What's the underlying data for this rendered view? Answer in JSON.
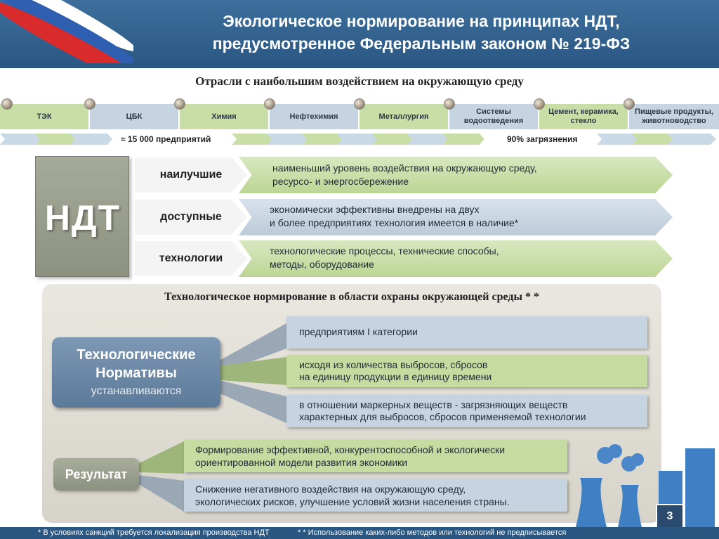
{
  "header": {
    "title_line1": "Экологическое нормирование на принципах НДТ,",
    "title_line2": "предусмотренное Федеральным законом № 219-ФЗ"
  },
  "subtitle": "Отрасли с наибольшим воздействием на окружающую среду",
  "industries": [
    {
      "label": "ТЭК",
      "icon": "coal-icon"
    },
    {
      "label": "ЦБК",
      "icon": "paper-icon"
    },
    {
      "label": "Химия",
      "icon": "chemistry-icon"
    },
    {
      "label": "Нефтехимия",
      "icon": "oil-icon"
    },
    {
      "label": "Металлургия",
      "icon": "metal-icon"
    },
    {
      "label": "Системы водоотведения",
      "icon": "water-icon"
    },
    {
      "label": "Цемент, керамика, стекло",
      "icon": "cement-icon"
    },
    {
      "label": "Пищевые продукты, животноводство",
      "icon": "food-icon"
    }
  ],
  "counts": {
    "enterprises": "≈ 15 000 предприятий",
    "pollution": "90% загрязнения"
  },
  "ndt": {
    "title": "НДТ",
    "rows": [
      {
        "label": "наилучшие",
        "line1": "наименьший уровень воздействия на окружающую среду,",
        "line2": "ресурсо- и энергосбережение"
      },
      {
        "label": "доступные",
        "line1": "экономически эффективны внедрены на двух",
        "line2": "и более предприятиях технология имеется в наличие*"
      },
      {
        "label": "технологии",
        "line1": "технологические процессы, технические способы,",
        "line2": "методы, оборудование"
      }
    ]
  },
  "tech_norming": {
    "title": "Технологическое нормирование в области охраны окружающей среды * *",
    "box_line1": "Технологические",
    "box_line2": "Нормативы",
    "box_line3": "устанавливаются",
    "items": [
      {
        "line1": "предприятиям   I  категории",
        "line2": ""
      },
      {
        "line1": "исходя из количества выбросов, сбросов",
        "line2": "на единицу продукции в единицу времени"
      },
      {
        "line1": "в отношении маркерных веществ -  загрязняющих веществ",
        "line2": "характерных для выбросов, сбросов применяемой технологии"
      }
    ]
  },
  "result": {
    "label": "Результат",
    "items": [
      {
        "line1": "Формирование эффективной, конкурентоспособной и экологически",
        "line2": "ориентированной модели развития экономики"
      },
      {
        "line1": "Снижение негативного воздействия на окружающую среду,",
        "line2": "экологических рисков, улучшение условий жизни населения страны."
      }
    ]
  },
  "page_number": "3",
  "footnotes": {
    "note1": "* В условиях санкций требуется локализация производства НДТ",
    "note2": "* * Использование каких-либо методов или технологий не предписывается"
  },
  "colors": {
    "header_blue": "#2a5682",
    "green": "#c6dba0",
    "light_blue": "#c6d3e0",
    "ndt_grey": "#8d917f"
  }
}
